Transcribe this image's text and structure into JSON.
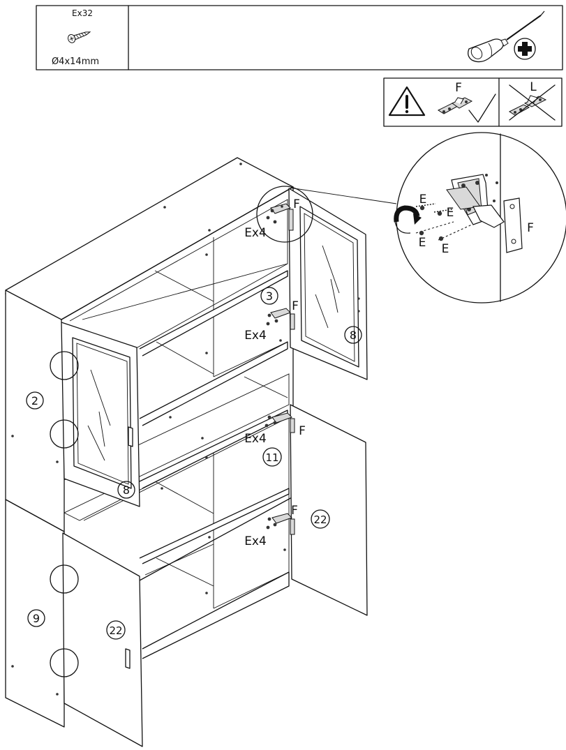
{
  "parts_box": {
    "quantity": "Ex32",
    "size": "Ø4x14mm"
  },
  "tool_icons": [
    "phillips-screwdriver-icon",
    "phillips-head-icon"
  ],
  "hinge_note": {
    "warning_icon": "warning-triangle-icon",
    "correct_label": "F",
    "correct_mark": "check-mark-icon",
    "wrong_label": "L",
    "wrong_mark": "cross-out-icon"
  },
  "detail_view": {
    "screw_label": "E",
    "hinge_label": "F",
    "rotate_icon": "rotate-arrow-icon"
  },
  "panel_labels": {
    "side_upper": "2",
    "side_lower": "9",
    "shelf_upper": "3",
    "shelf_middle": "11",
    "glass_door_left": "8",
    "glass_door_right": "8",
    "door_lower_left": "22",
    "door_lower_right": "22"
  },
  "hinge_callouts": {
    "label": "F",
    "count": "Ex4"
  },
  "colors": {
    "line": "#111111",
    "background": "#ffffff",
    "hinge_fill": "#d9d9d9"
  }
}
